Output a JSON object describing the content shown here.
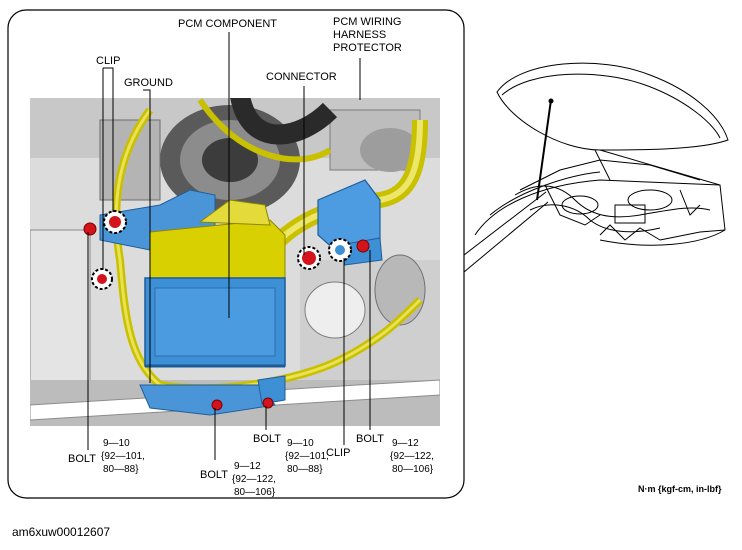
{
  "labels": {
    "pcm_component": "PCM COMPONENT",
    "harness_line1": "PCM WIRING",
    "harness_line2": "HARNESS",
    "harness_line3": "PROTECTOR",
    "clip_top": "CLIP",
    "ground": "GROUND",
    "connector": "CONNECTOR",
    "bolt_1": "BOLT",
    "bolt_2": "BOLT",
    "bolt_3": "BOLT",
    "bolt_4": "BOLT",
    "clip_bottom": "CLIP"
  },
  "torques": {
    "bolt_1": {
      "line1": "9—10",
      "line2": "{92—101,",
      "line3": "80—88}"
    },
    "bolt_2": {
      "line1": "9—12",
      "line2": "{92—122,",
      "line3": "80—106}"
    },
    "bolt_3": {
      "line1": "9—10",
      "line2": "{92—101,",
      "line3": "80—88}"
    },
    "bolt_4": {
      "line1": "9—12",
      "line2": "{92—122,",
      "line3": "80—106}"
    }
  },
  "unit_label": "N·m {kgf-cm, in-lbf}",
  "figure_id": "am6xuw00012607",
  "colors": {
    "pcm_blue": "#3d8fd6",
    "harness_yellow": "#d8d000",
    "marker_red": "#d4141c"
  }
}
